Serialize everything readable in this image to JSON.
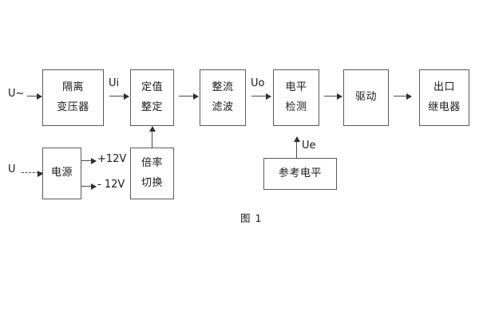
{
  "figure": {
    "caption": "图 1",
    "line_color": "#4a4a4a",
    "box_border_color": "#5a5a5a",
    "background": "#ffffff"
  },
  "blocks": [
    {
      "name": "isolation-transformer",
      "lines": [
        "隔离",
        "变压器"
      ]
    },
    {
      "name": "setting-value",
      "lines": [
        "定值",
        "整定"
      ]
    },
    {
      "name": "rectify-filter",
      "lines": [
        "整流",
        "滤波"
      ]
    },
    {
      "name": "level-detection",
      "lines": [
        "电平",
        "检测"
      ]
    },
    {
      "name": "drive",
      "lines": [
        "驱动"
      ]
    },
    {
      "name": "output-relay",
      "lines": [
        "出口",
        "继电器"
      ]
    },
    {
      "name": "power-supply",
      "lines": [
        "电源"
      ]
    },
    {
      "name": "multiplier-switch",
      "lines": [
        "倍率",
        "切换"
      ]
    },
    {
      "name": "reference-level",
      "lines": [
        "参考电平"
      ]
    }
  ],
  "labels": {
    "ac_input": "U~",
    "dc_input": "U",
    "ui": "Ui",
    "uo": "Uo",
    "ue": "Ue",
    "pos12v": "+12V",
    "neg12v": "- 12V"
  }
}
